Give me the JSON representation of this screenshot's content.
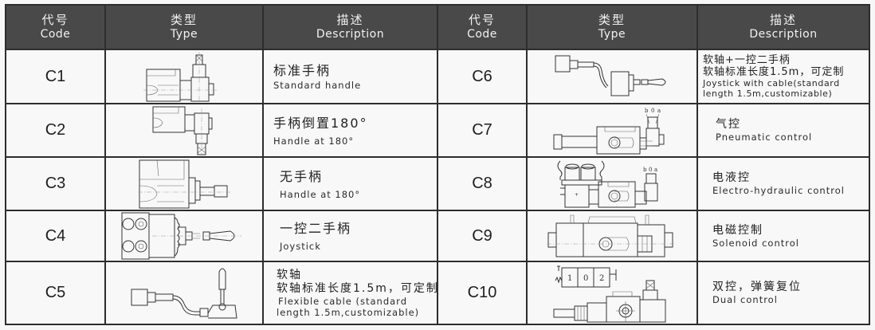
{
  "header": {
    "columns": [
      {
        "zh": "代号",
        "en": "Code"
      },
      {
        "zh": "类型",
        "en": "Type"
      },
      {
        "zh": "描述",
        "en": "Description"
      },
      {
        "zh": "代号",
        "en": "Code"
      },
      {
        "zh": "类型",
        "en": "Type"
      },
      {
        "zh": "描述",
        "en": "Description"
      }
    ]
  },
  "rows_left": [
    {
      "code": "C1",
      "image": "standard-handle-drawing",
      "desc_zh": [
        "标准手柄"
      ],
      "desc_en": [
        "Standard handle"
      ]
    },
    {
      "code": "C2",
      "image": "handle-180-drawing",
      "desc_zh": [
        "手柄倒置180°"
      ],
      "desc_en": [
        "Handle at 180°"
      ]
    },
    {
      "code": "C3",
      "image": "no-handle-drawing",
      "desc_zh": [
        "无手柄"
      ],
      "desc_en": [
        "Handle at 180°"
      ]
    },
    {
      "code": "C4",
      "image": "joystick-drawing",
      "desc_zh": [
        "一控二手柄"
      ],
      "desc_en": [
        "Joystick"
      ]
    },
    {
      "code": "C5",
      "image": "flexible-cable-drawing",
      "desc_zh": [
        "软轴",
        "软轴标准长度1.5m，可定制"
      ],
      "desc_en": [
        "Flexible cable (standard",
        "length 1.5m,customizable)"
      ]
    }
  ],
  "rows_right": [
    {
      "code": "C6",
      "image": "joystick-cable-drawing",
      "desc_zh": [
        "软轴+一控二手柄",
        "软轴标准长度1.5m，可定制"
      ],
      "desc_en": [
        "Joystick with cable(standard",
        "length 1.5m,customizable)"
      ]
    },
    {
      "code": "C7",
      "image": "pneumatic-control-drawing",
      "desc_zh": [
        "气控"
      ],
      "desc_en": [
        "Pneumatic control"
      ],
      "labels": [
        "b",
        "0",
        "a"
      ]
    },
    {
      "code": "C8",
      "image": "electro-hydraulic-drawing",
      "desc_zh": [
        "电液控"
      ],
      "desc_en": [
        "Electro-hydraulic control"
      ],
      "labels": [
        "b",
        "0",
        "a"
      ]
    },
    {
      "code": "C9",
      "image": "solenoid-control-drawing",
      "desc_zh": [
        "电磁控制"
      ],
      "desc_en": [
        "Solenoid control"
      ]
    },
    {
      "code": "C10",
      "image": "dual-control-drawing",
      "desc_zh": [
        "双控，弹簧复位"
      ],
      "desc_en": [
        "Dual control"
      ],
      "labels": [
        "1",
        "0",
        "2"
      ]
    }
  ]
}
